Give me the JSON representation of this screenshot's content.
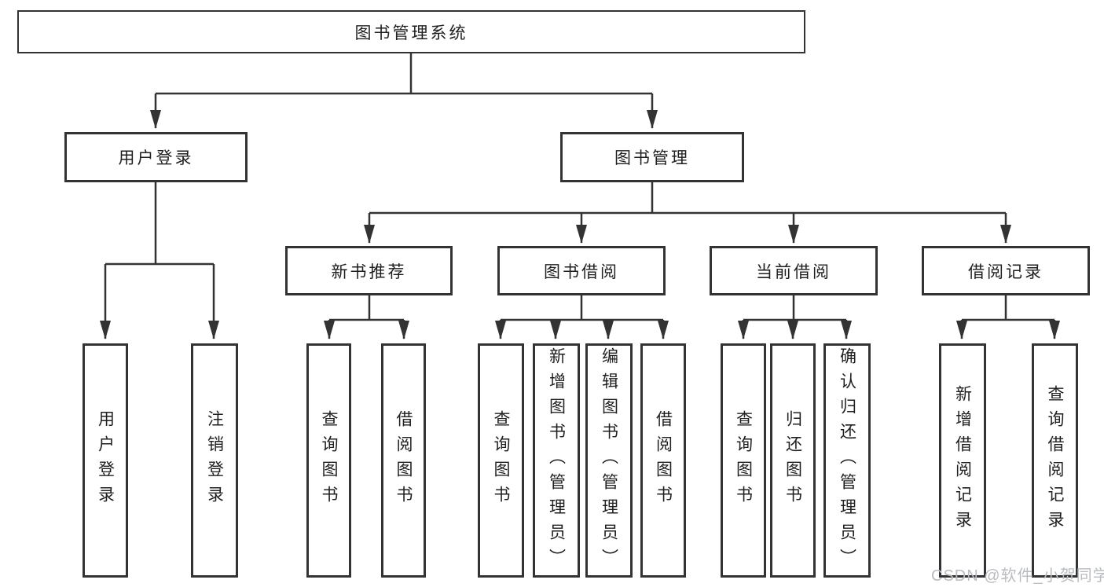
{
  "colors": {
    "line": "#333333",
    "text": "#1f1f1f",
    "background": "#ffffff",
    "watermark": "#b9bcc2"
  },
  "watermark": {
    "text": "CSDN @软件_小贺同学"
  },
  "tree": {
    "root": {
      "label": "图书管理系统",
      "children": [
        {
          "label": "用户登录",
          "children": [
            {
              "label": "用户登录"
            },
            {
              "label": "注销登录"
            }
          ]
        },
        {
          "label": "图书管理",
          "children": [
            {
              "label": "新书推荐",
              "children": [
                {
                  "label": "查询图书"
                },
                {
                  "label": "借阅图书"
                }
              ]
            },
            {
              "label": "图书借阅",
              "children": [
                {
                  "label": "查询图书"
                },
                {
                  "label": "新增图书（管理员）"
                },
                {
                  "label": "编辑图书（管理员）"
                },
                {
                  "label": "借阅图书"
                }
              ]
            },
            {
              "label": "当前借阅",
              "children": [
                {
                  "label": "查询图书"
                },
                {
                  "label": "归还图书"
                },
                {
                  "label": "确认归还（管理员）"
                }
              ]
            },
            {
              "label": "借阅记录",
              "children": [
                {
                  "label": "新增借阅记录"
                },
                {
                  "label": "查询借阅记录"
                }
              ]
            }
          ]
        }
      ]
    }
  }
}
